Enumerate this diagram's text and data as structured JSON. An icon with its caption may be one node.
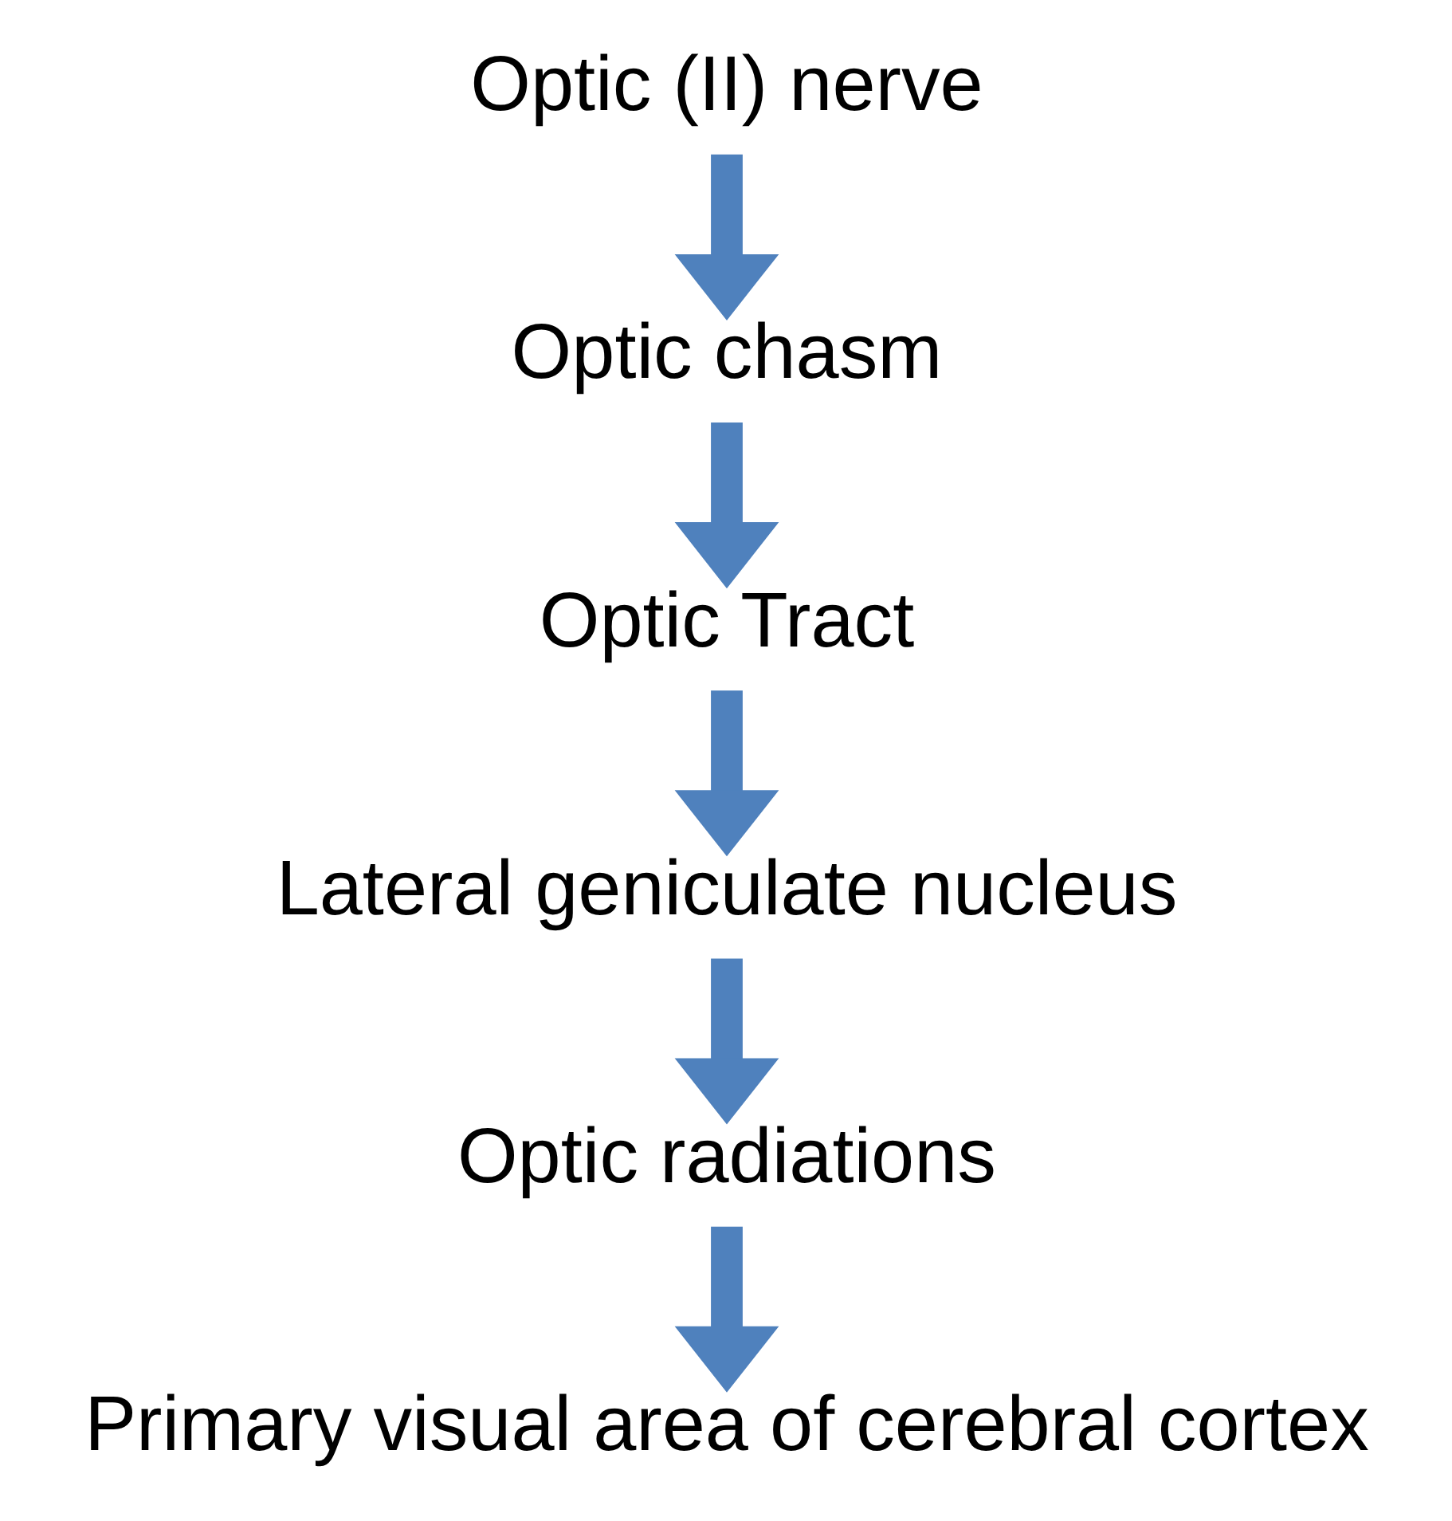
{
  "diagram": {
    "nodes": [
      {
        "text": [
          "Optic (II) nerve"
        ]
      },
      {
        "text": [
          "Optic chasm"
        ]
      },
      {
        "text": [
          "Optic Tract"
        ]
      },
      {
        "text": [
          "Lateral geniculate nucleus"
        ]
      },
      {
        "text": [
          "Optic radiations"
        ]
      },
      {
        "text": [
          "Primary visual area of cerebral cortex"
        ]
      }
    ],
    "edges": [
      {
        "from": 0,
        "to": 1,
        "arrow": "to"
      },
      {
        "from": 1,
        "to": 2,
        "arrow": "to"
      },
      {
        "from": 2,
        "to": 3,
        "arrow": "to"
      },
      {
        "from": 3,
        "to": 4,
        "arrow": "to"
      },
      {
        "from": 4,
        "to": 5,
        "arrow": "to"
      }
    ]
  }
}
